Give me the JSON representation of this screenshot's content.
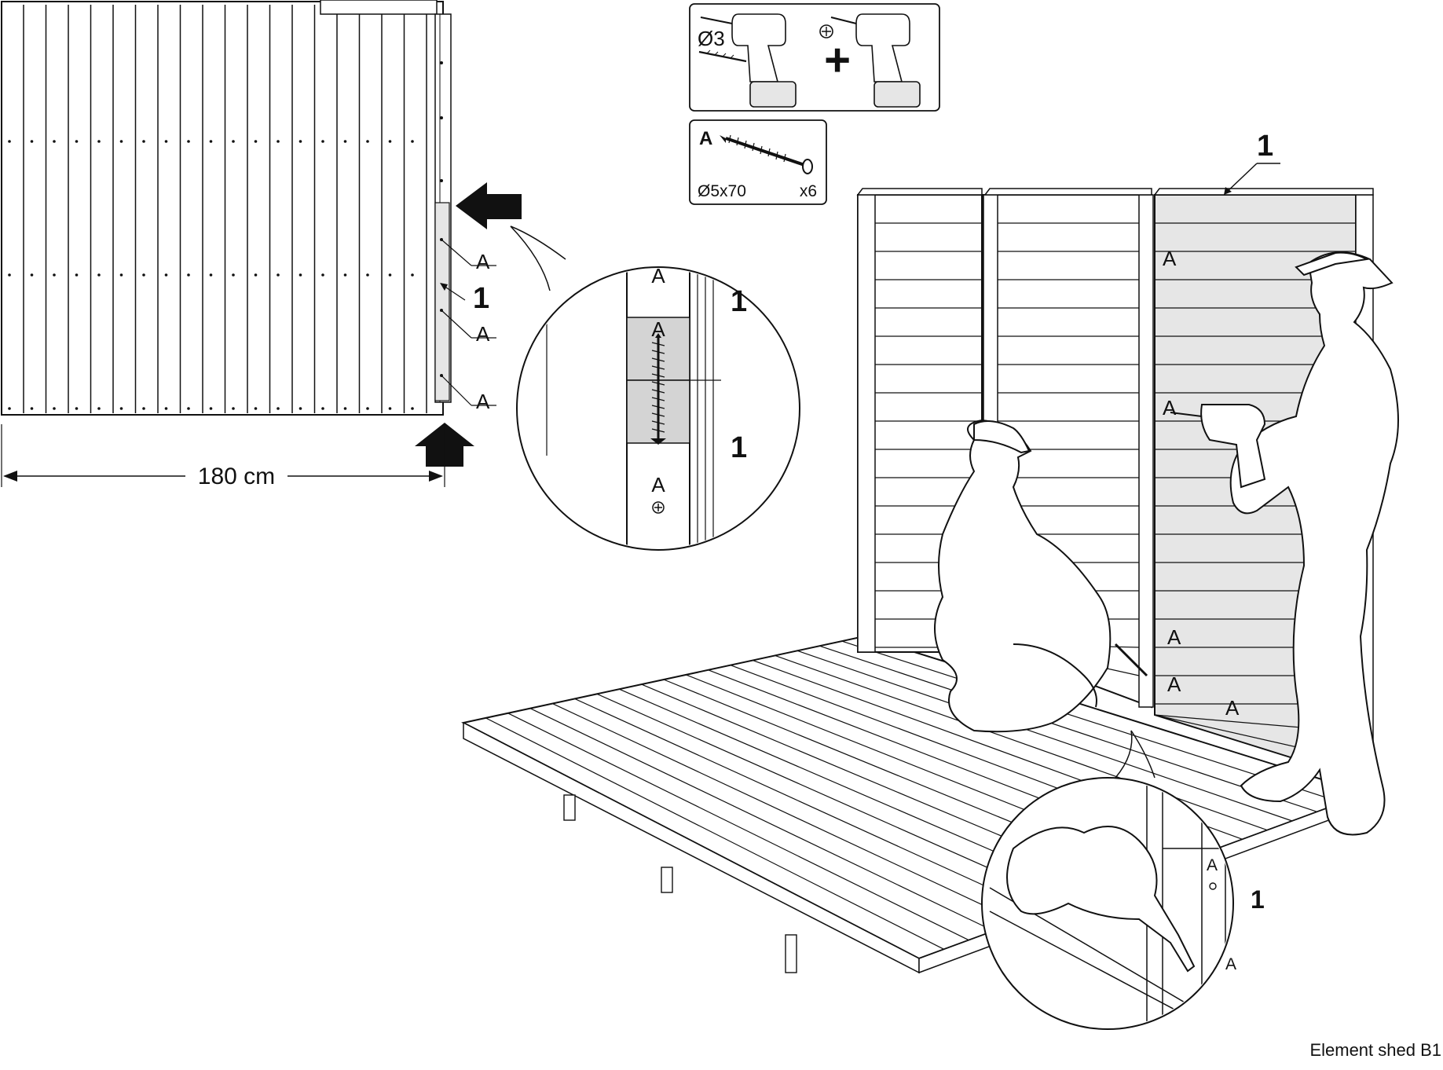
{
  "tools": {
    "drill_bit_size": "Ø3",
    "plus_sign": "+"
  },
  "fastener": {
    "part_letter": "A",
    "size": "Ø5x70",
    "quantity": "x6"
  },
  "plan_view": {
    "width_dimension": "180 cm",
    "part_label_A": "A",
    "panel_number": "1"
  },
  "detail_upper": {
    "screw_label": "A",
    "panel_number": "1"
  },
  "scene": {
    "panel_number": "1",
    "screw_label": "A"
  },
  "detail_lower": {
    "screw_label": "A",
    "panel_number": "1"
  },
  "caption": "Element shed B1",
  "colors": {
    "line": "#111111",
    "panel_fill": "#e6e6e6",
    "screw_zone": "#d4d4d4",
    "arrow": "#111111"
  }
}
